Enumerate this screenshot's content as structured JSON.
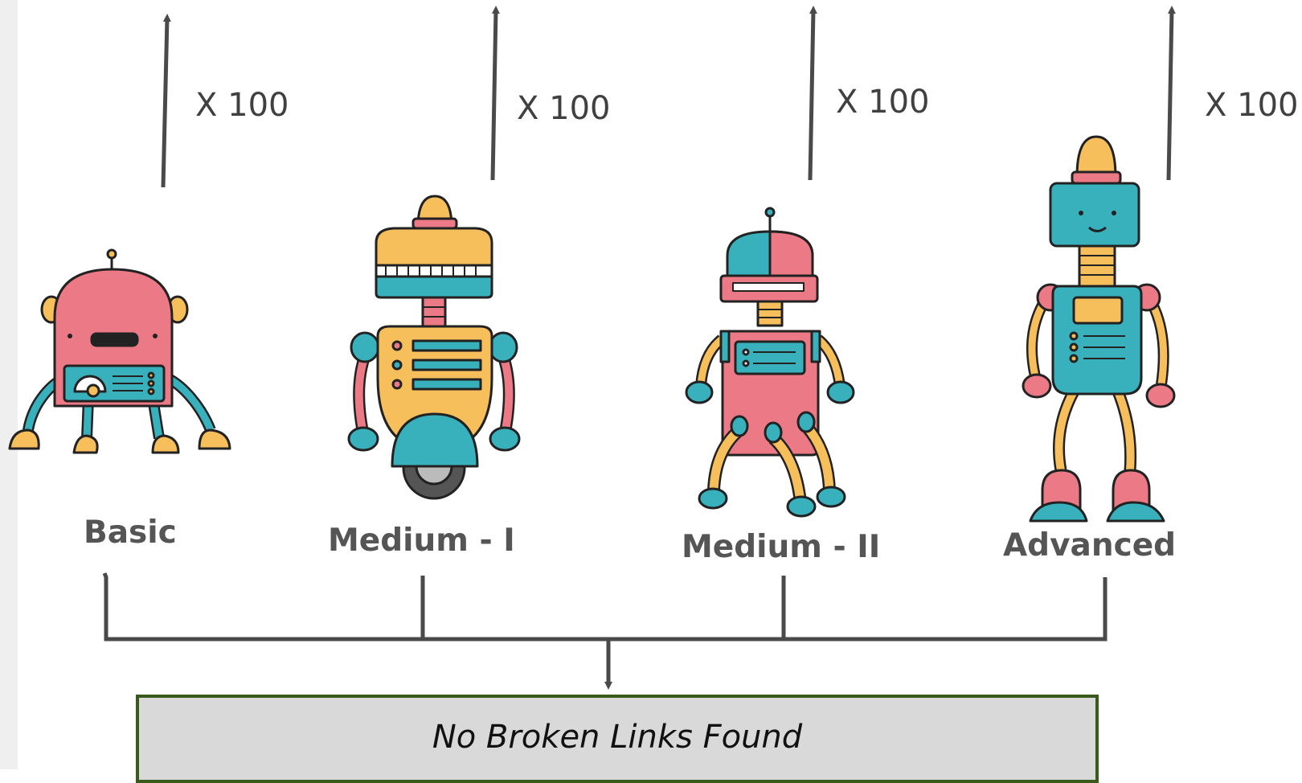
{
  "multipliers": [
    "X 100",
    "X 100",
    "X 100",
    "X 100"
  ],
  "robots": [
    {
      "label": "Basic"
    },
    {
      "label": "Medium - I"
    },
    {
      "label": "Medium - II"
    },
    {
      "label": "Advanced"
    }
  ],
  "result": {
    "text": "No Broken Links Found"
  },
  "colors": {
    "pink": "#ec7a86",
    "yellow": "#f7bf5c",
    "teal": "#39b1bc",
    "outline": "#222222",
    "arrow": "#4a4a4a",
    "result_bg": "#d9d9d9",
    "result_border": "#3a5a1c"
  }
}
